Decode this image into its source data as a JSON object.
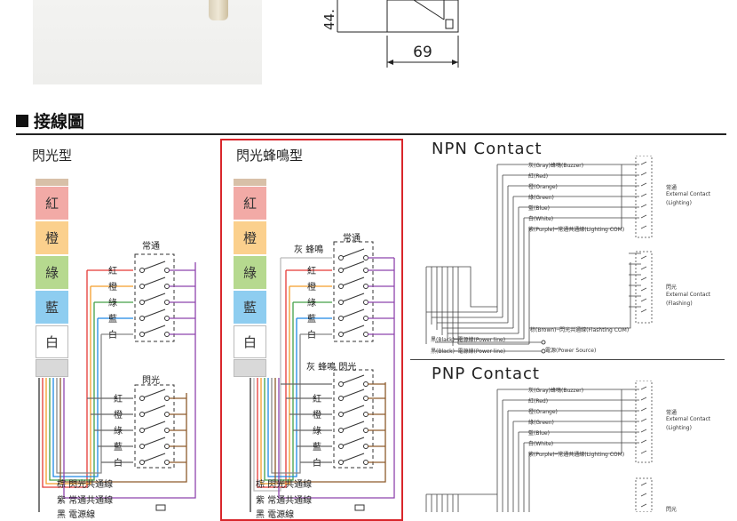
{
  "dimension": {
    "value": "69",
    "partial_value": "44."
  },
  "section": {
    "title": "接線圖"
  },
  "panel_flash": {
    "title": "閃光型",
    "lamps": [
      "紅",
      "橙",
      "綠",
      "藍",
      "白"
    ],
    "normal_label": "常通",
    "flash_label": "閃光",
    "wire_labels": [
      "紅",
      "橙",
      "綠",
      "藍",
      "白"
    ],
    "flash_wire_labels": [
      "紅",
      "橙",
      "綠",
      "藍",
      "白"
    ],
    "com_brown": "棕 閃光共通線",
    "com_purple": "紫 常通共通線",
    "power_black": "黑 電源線"
  },
  "panel_buzzer": {
    "title": "閃光蜂鳴型",
    "lamps": [
      "紅",
      "橙",
      "綠",
      "藍",
      "白"
    ],
    "normal_label": "常通",
    "buzzer_label": "灰 蜂鳴",
    "buzzer_flash_label": "灰 蜂鳴 閃光",
    "wire_labels": [
      "紅",
      "橙",
      "綠",
      "藍",
      "白"
    ],
    "flash_wire_labels": [
      "紅",
      "橙",
      "綠",
      "藍",
      "白"
    ],
    "com_brown": "棕 閃光共通線",
    "com_purple": "紫 常通共通線",
    "power_black": "黑 電源線"
  },
  "npn": {
    "title": "NPN Contact",
    "wires": [
      "灰(Gray)蜂鳴(Buzzer)",
      "紅(Red)",
      "橙(Orange)",
      "綠(Green)",
      "藍(Blue)",
      "白(White)",
      "紫(Purple)─常通共通線(Lighting COM)"
    ],
    "flash_com": "棕(Brown)─閃光共通線(Flashting COM)",
    "power1": "黑(Black)─電源線(Power line)",
    "power2": "黑(Black)─電源線(Power line)",
    "power_source": "電源(Power Source)",
    "group1_label": [
      "常通",
      "External Contact",
      "(Lighting)"
    ],
    "group2_label": [
      "閃光",
      "External Contact",
      "(Flashing)"
    ]
  },
  "pnp": {
    "title": "PNP Contact",
    "wires": [
      "灰(Gray)蜂鳴(Buzzer)",
      "紅(Red)",
      "橙(Orange)",
      "綠(Green)",
      "藍(Blue)",
      "白(White)",
      "紫(Purple)─常通共通線(Lighting COM)"
    ],
    "group1_label": [
      "常通",
      "External Contact",
      "(Lighting)"
    ],
    "group2_label": [
      "閃光"
    ]
  },
  "colors": {
    "red": "#f2aaa6",
    "orange": "#fbd08d",
    "green": "#b6d98f",
    "blue": "#8ecdf0",
    "wire_red": "#e53935",
    "wire_orange": "#f59e2b",
    "wire_green": "#43a047",
    "wire_blue": "#1e88e5",
    "wire_purple": "#8e44ad",
    "wire_brown": "#8d5a2b",
    "highlight": "#d9262b"
  }
}
